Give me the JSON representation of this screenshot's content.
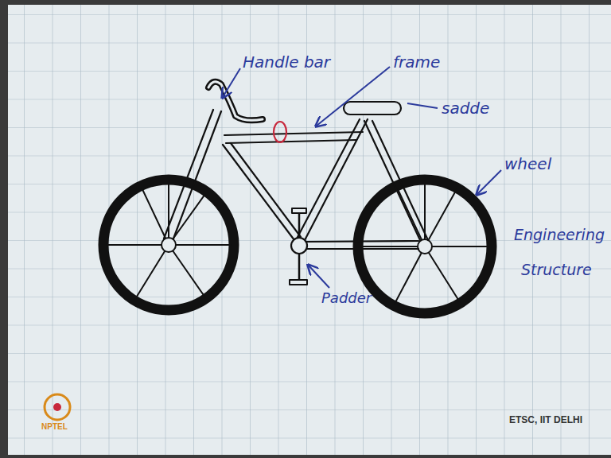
{
  "diagram": {
    "labels": [
      "Handle bar",
      "frame",
      "sadde",
      "wheel",
      "Padder",
      "Engineering",
      "Structure",
      "ETSC, IIT DELHI",
      "NPTEL"
    ]
  }
}
